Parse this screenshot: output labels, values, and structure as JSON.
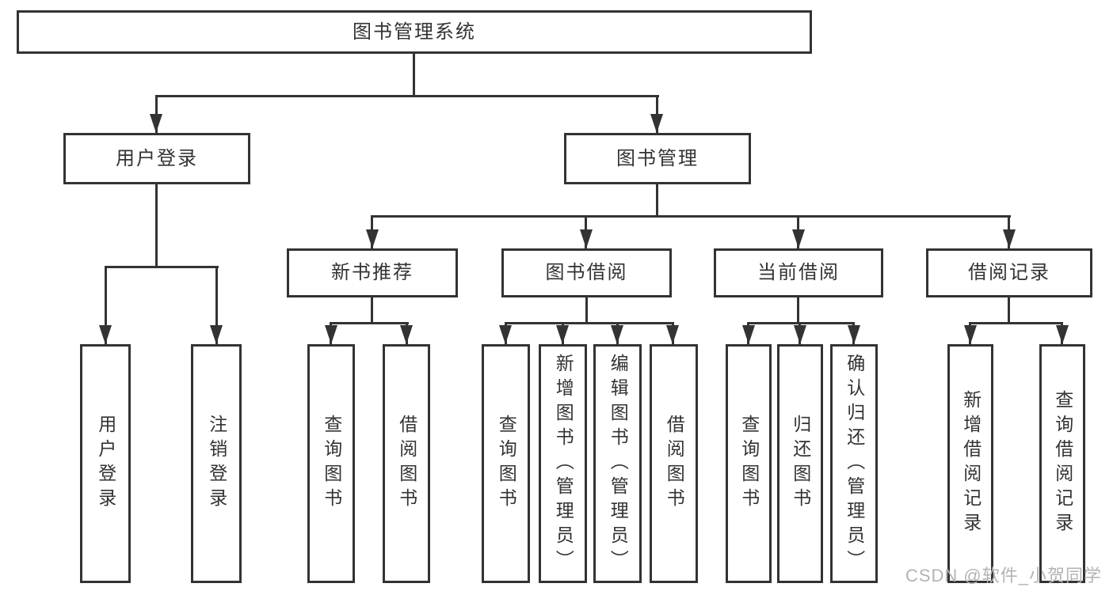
{
  "tree": {
    "label": "图书管理系统",
    "children": [
      {
        "label": "用户登录",
        "children": [
          {
            "label": "用户登录"
          },
          {
            "label": "注销登录"
          }
        ]
      },
      {
        "label": "图书管理",
        "children": [
          {
            "label": "新书推荐",
            "children": [
              {
                "label": "查询图书"
              },
              {
                "label": "借阅图书"
              }
            ]
          },
          {
            "label": "图书借阅",
            "children": [
              {
                "label": "查询图书"
              },
              {
                "label": "新增图书（管理员）"
              },
              {
                "label": "编辑图书（管理员）"
              },
              {
                "label": "借阅图书"
              }
            ]
          },
          {
            "label": "当前借阅",
            "children": [
              {
                "label": "查询图书"
              },
              {
                "label": "归还图书"
              },
              {
                "label": "确认归还（管理员）"
              }
            ]
          },
          {
            "label": "借阅记录",
            "children": [
              {
                "label": "新增借阅记录"
              },
              {
                "label": "查询借阅记录"
              }
            ]
          }
        ]
      }
    ]
  },
  "watermark": {
    "text": "CSDN @软件_小贺同学"
  },
  "colors": {
    "line": "#333333",
    "text": "#333333",
    "background": "#ffffff",
    "watermark": "#b3b3b3"
  }
}
